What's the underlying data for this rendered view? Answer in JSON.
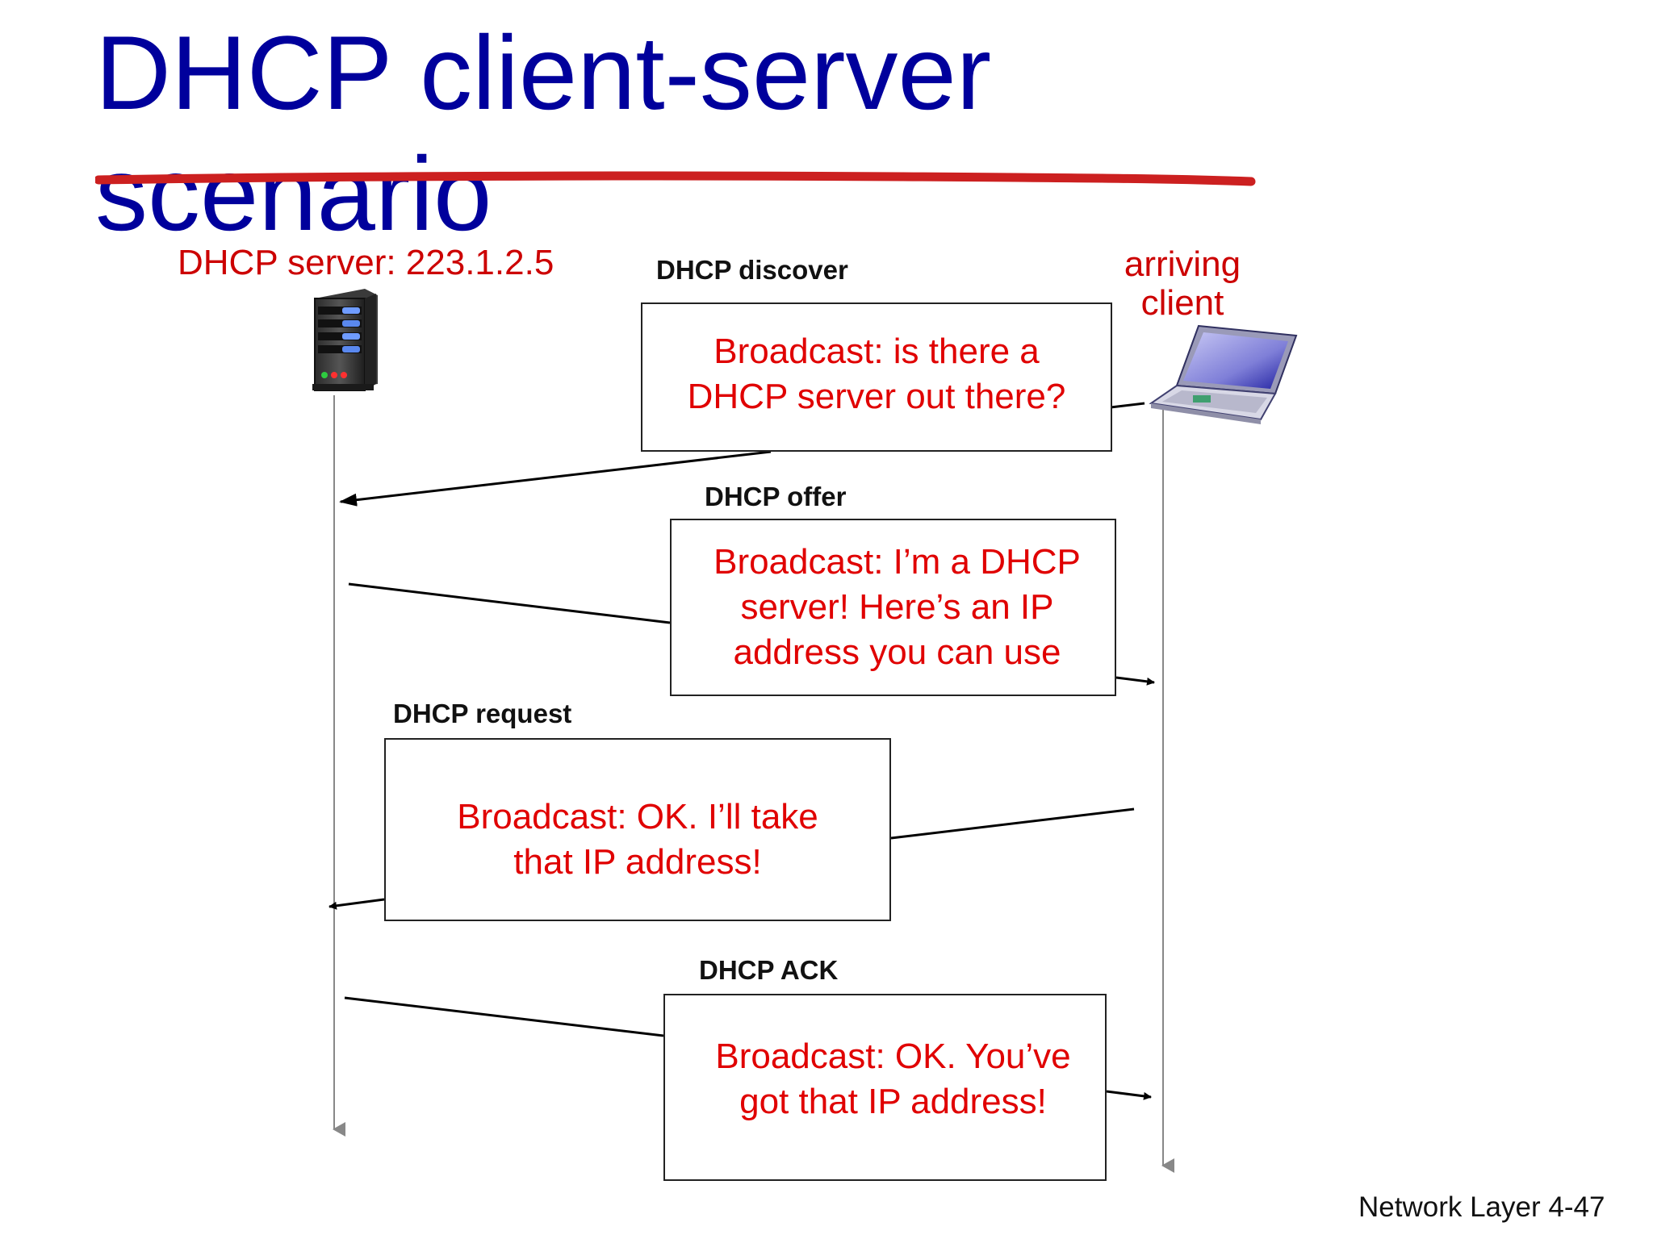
{
  "slide": {
    "title_line1": "DHCP client-server",
    "title_line2": "scenario",
    "footer": "Network Layer 4-47"
  },
  "participants": {
    "server": {
      "label": "DHCP server: 223.1.2.5",
      "icon": "server-tower-icon"
    },
    "client": {
      "label": "arriving client",
      "icon": "laptop-icon"
    }
  },
  "messages": [
    {
      "id": "discover",
      "name": "DHCP discover",
      "text": "Broadcast: is there a\nDHCP server out there?",
      "direction": "client-to-server"
    },
    {
      "id": "offer",
      "name": "DHCP offer",
      "text": "Broadcast: I’m a DHCP\nserver! Here’s an IP\naddress you can use",
      "direction": "server-to-client"
    },
    {
      "id": "request",
      "name": "DHCP request",
      "text": "Broadcast: OK.  I’ll take\nthat IP address!",
      "direction": "client-to-server"
    },
    {
      "id": "ack",
      "name": "DHCP ACK",
      "text": "Broadcast: OK.  You’ve\ngot that IP address!",
      "direction": "server-to-client"
    }
  ],
  "colors": {
    "title": "#00009c",
    "message_text": "#e00000",
    "participant_label": "#cc0000",
    "strike_line": "#cc2020",
    "timeline": "#888888",
    "arrow": "#000000"
  }
}
